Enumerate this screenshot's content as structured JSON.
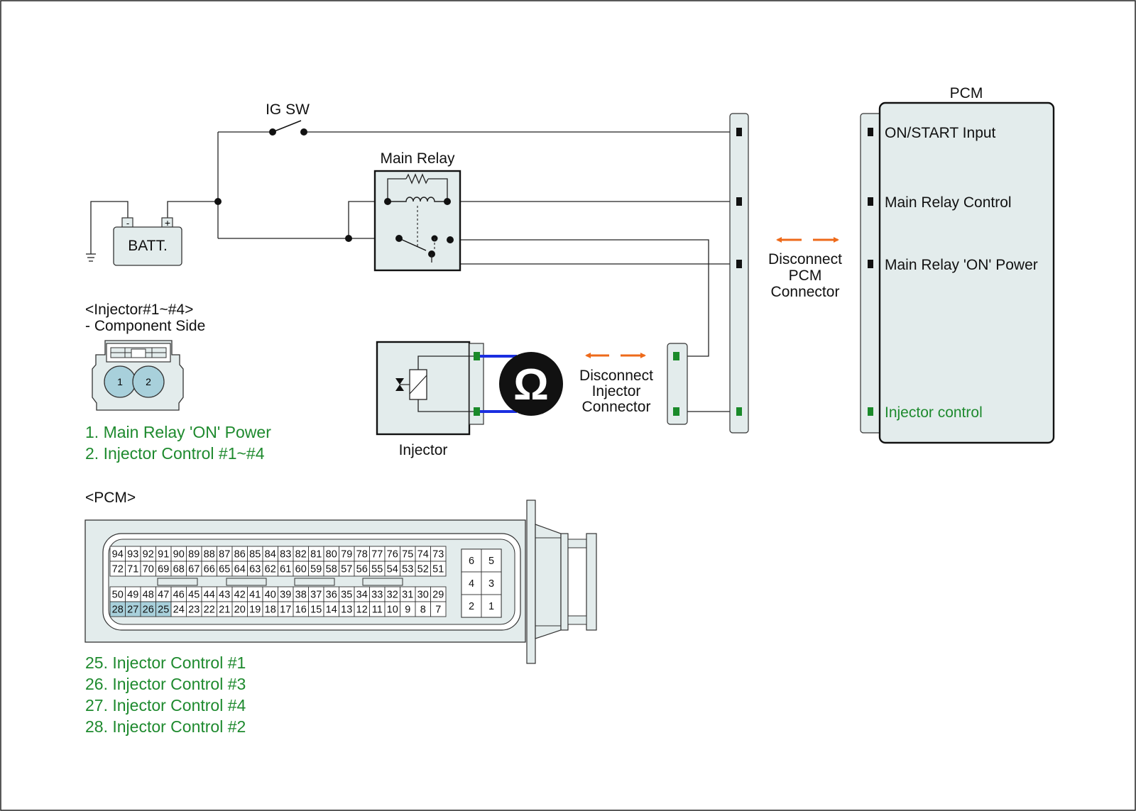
{
  "ig_sw": "IG SW",
  "batt": {
    "label": "BATT.",
    "neg": "-",
    "pos": "+"
  },
  "main_relay": "Main Relay",
  "injector": "Injector",
  "ohm_symbol": "Ω",
  "disconnect_injector": [
    "Disconnect",
    "Injector",
    "Connector"
  ],
  "disconnect_pcm": [
    "Disconnect",
    "PCM",
    "Connector"
  ],
  "pcm_box": {
    "title": "PCM",
    "pins": [
      "ON/START Input",
      "Main Relay Control",
      "Main Relay 'ON' Power",
      "Injector control"
    ]
  },
  "injector_connector": {
    "title": "<Injector#1~#4>",
    "subtitle": "- Component Side",
    "pin_numbers": [
      "1",
      "2"
    ],
    "pins": [
      "1. Main Relay 'ON' Power",
      "2. Injector Control #1~#4"
    ]
  },
  "pcm_connector": {
    "title": "<PCM>",
    "rows": [
      [
        "94",
        "93",
        "92",
        "91",
        "90",
        "89",
        "88",
        "87",
        "86",
        "85",
        "84",
        "83",
        "82",
        "81",
        "80",
        "79",
        "78",
        "77",
        "76",
        "75",
        "74",
        "73"
      ],
      [
        "72",
        "71",
        "70",
        "69",
        "68",
        "67",
        "66",
        "65",
        "64",
        "63",
        "62",
        "61",
        "60",
        "59",
        "58",
        "57",
        "56",
        "55",
        "54",
        "53",
        "52",
        "51"
      ],
      [
        "50",
        "49",
        "48",
        "47",
        "46",
        "45",
        "44",
        "43",
        "42",
        "41",
        "40",
        "39",
        "38",
        "37",
        "36",
        "35",
        "34",
        "33",
        "32",
        "31",
        "30",
        "29"
      ],
      [
        "28",
        "27",
        "26",
        "25",
        "24",
        "23",
        "22",
        "21",
        "20",
        "19",
        "18",
        "17",
        "16",
        "15",
        "14",
        "13",
        "12",
        "11",
        "10",
        "9",
        "8",
        "7"
      ]
    ],
    "highlighted": [
      "28",
      "27",
      "26",
      "25"
    ],
    "small_block": [
      [
        "6",
        "5"
      ],
      [
        "4",
        "3"
      ],
      [
        "2",
        "1"
      ]
    ],
    "pins": [
      "25. Injector Control  #1",
      "26. Injector Control  #3",
      "27. Injector Control  #4",
      "28. Injector Control  #2"
    ]
  },
  "colors": {
    "panel": "#e3ecec",
    "highlight": "#a8d0db",
    "terminal_green": "#1a8a2a",
    "arrow": "#ee6a1a",
    "meter_lead": "#1a2ee0",
    "label_green": "#1e8a2e"
  }
}
